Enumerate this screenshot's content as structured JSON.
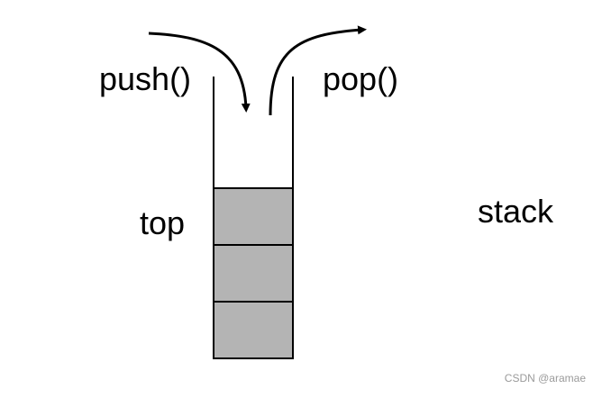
{
  "labels": {
    "push": "push()",
    "pop": "pop()",
    "top": "top",
    "stack": "stack"
  },
  "stack": {
    "element_count": 3,
    "fill_color": "#b4b4b4",
    "outline_color": "#000000"
  },
  "watermark": "CSDN @aramae"
}
